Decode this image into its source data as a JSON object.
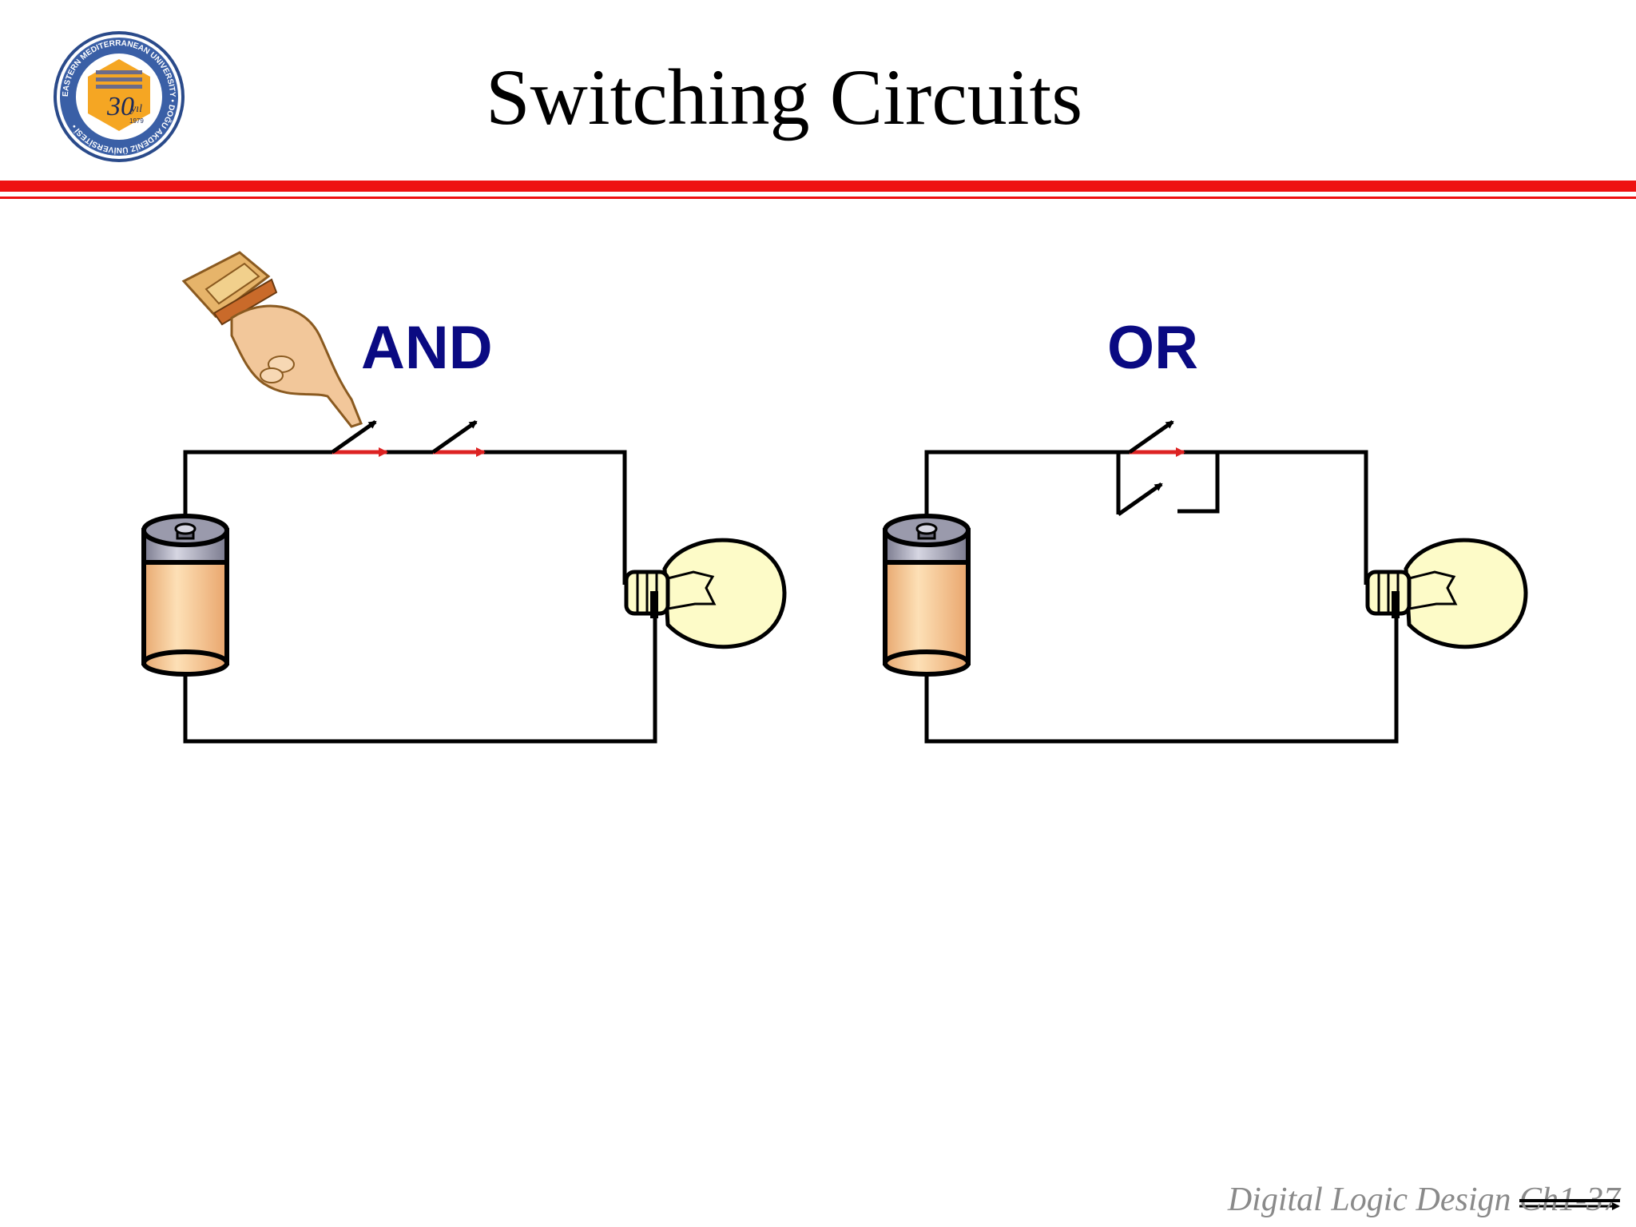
{
  "slide": {
    "title": "Switching Circuits"
  },
  "logo": {
    "ring_text": "EASTERN MEDITERRANEAN UNIVERSITY • DOĞU AKDENİZ ÜNİVERSİTESİ •",
    "center_text": "30",
    "sub_text": "yıl",
    "year_text": "1979"
  },
  "circuits": {
    "and_label": "AND",
    "or_label": "OR"
  },
  "footer": {
    "course": "Digital Logic Design",
    "page": "Ch1-37"
  },
  "colors": {
    "rule": "#ee1111",
    "label": "#0a0a82",
    "wire": "#000000",
    "closed_switch": "#dd2222",
    "bulb": "#fdfbc8",
    "battery_body": "#f7c48f",
    "battery_cap": "#9a9aac"
  }
}
